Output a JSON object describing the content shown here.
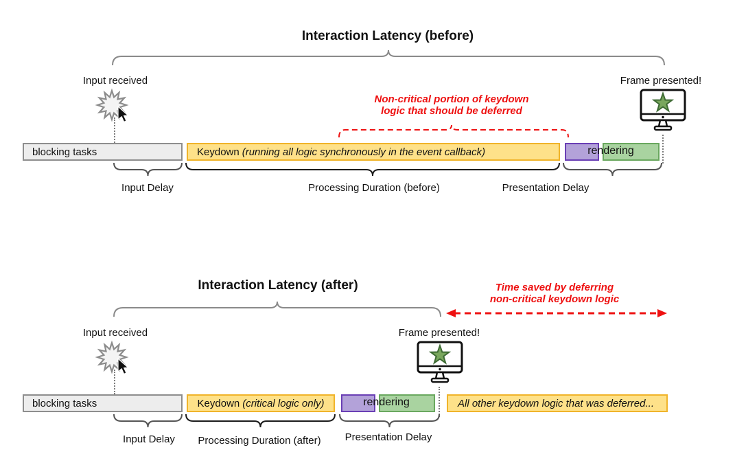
{
  "colors": {
    "red_accent": "#ee1111",
    "yellow_fill": "#fee189",
    "yellow_border": "#f0b42a",
    "purple_fill": "#b3a2d9",
    "purple_border": "#6a3fb5",
    "green_fill": "#a9d3a0",
    "green_border": "#6aa85f",
    "gray_fill": "#ededed",
    "gray_border": "#8e8e8e",
    "star_green": "#79a75d"
  },
  "icons": {
    "input_click": "starburst-click-icon",
    "pointer": "mouse-cursor-icon",
    "display": "monitor-with-star-icon"
  },
  "sections": {
    "before": {
      "title": "Interaction Latency (before)",
      "input_received": "Input received",
      "frame_presented": "Frame presented!",
      "annotation_line1": "Non-critical portion of keydown",
      "annotation_line2": "logic that should be deferred",
      "bar_blocking": "blocking tasks",
      "bar_keydown_prefix": "Keydown",
      "bar_keydown_detail": "(running all logic synchronously in the event callback)",
      "bar_rendering": "rendering",
      "label_input_delay": "Input Delay",
      "label_processing": "Processing Duration (before)",
      "label_presentation": "Presentation Delay"
    },
    "after": {
      "title": "Interaction Latency (after)",
      "input_received": "Input received",
      "frame_presented": "Frame presented!",
      "annotation_line1": "Time saved by deferring",
      "annotation_line2": "non-critical keydown logic",
      "bar_blocking": "blocking tasks",
      "bar_keydown_prefix": "Keydown",
      "bar_keydown_detail": "(critical logic only)",
      "bar_rendering": "rendering",
      "bar_deferred": "All other keydown logic that was deferred...",
      "label_input_delay": "Input Delay",
      "label_processing": "Processing Duration (after)",
      "label_presentation": "Presentation Delay"
    }
  }
}
